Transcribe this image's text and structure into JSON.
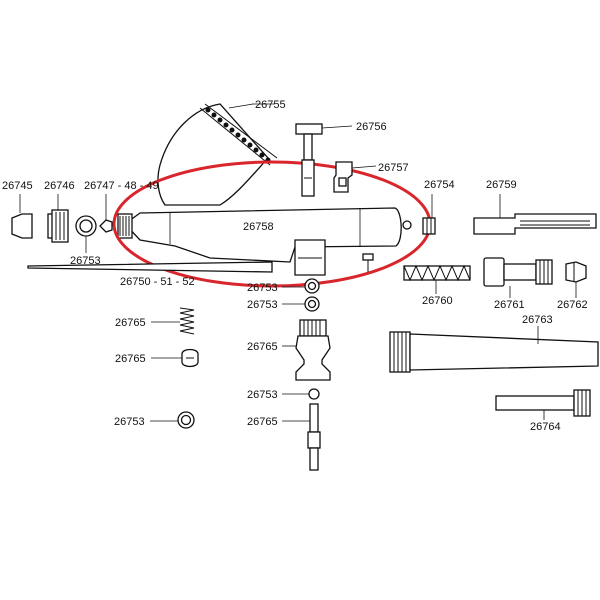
{
  "highlight_color": "#d9262c",
  "labels": {
    "p26745": "26745",
    "p26746": "26746",
    "p26747": "26747 - 48 - 49",
    "p26753_nozzle": "26753",
    "p26750": "26750 - 51 - 52",
    "p26755": "26755",
    "p26756": "26756",
    "p26757": "26757",
    "p26758": "26758",
    "p26754": "26754",
    "p26759": "26759",
    "p26760": "26760",
    "p26761": "26761",
    "p26762": "26762",
    "p26763": "26763",
    "p26764": "26764",
    "p26753_a": "26753",
    "p26753_b": "26753",
    "p26765_valve": "26765",
    "p26753_c": "26753",
    "p26765_stem": "26765",
    "p26765_spring": "26765",
    "p26765_clip": "26765",
    "p26753_ring": "26753"
  }
}
